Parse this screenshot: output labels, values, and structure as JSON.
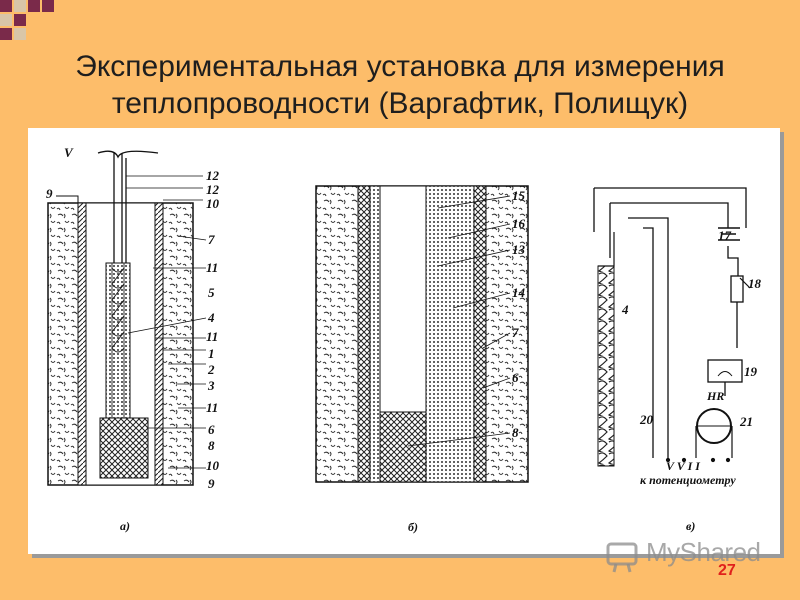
{
  "slide": {
    "title_line1": "Экспериментальная установка для измерения",
    "title_line2": "теплопроводности (Варгафтик, Полищук)",
    "page_number": "27",
    "logo_text": "MyShared"
  },
  "diagram": {
    "a": {
      "caption": "а)",
      "top_labels": [
        "V",
        "9"
      ],
      "side_labels": [
        "12",
        "12",
        "10",
        "7",
        "11",
        "5",
        "4",
        "11",
        "1",
        "2",
        "3",
        "11",
        "6",
        "8",
        "10",
        "9"
      ]
    },
    "b": {
      "caption": "б)",
      "side_labels": [
        "15",
        "16",
        "13",
        "14",
        "7",
        "6",
        "8"
      ]
    },
    "c": {
      "caption": "в)",
      "labels": [
        "17",
        "18",
        "19",
        "21",
        "4",
        "20"
      ],
      "hr_label": "HR",
      "terminals": "V V I I",
      "potentiometer": "к потенциометру"
    }
  },
  "colors": {
    "background": "#fdbd6a",
    "panel": "#ffffff",
    "page_number": "#e0201c",
    "deco_dark": "#7a2a4a"
  }
}
